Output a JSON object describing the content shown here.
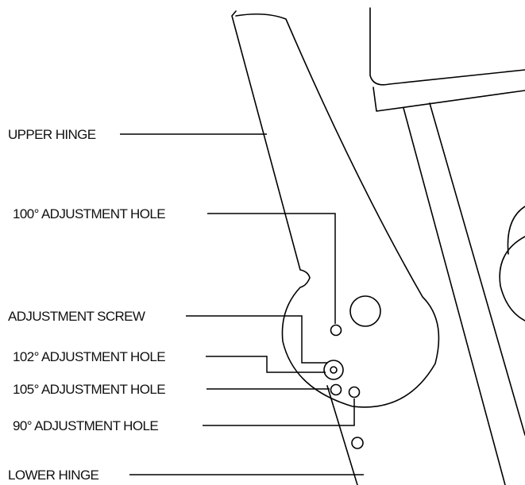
{
  "labels": {
    "upper_hinge": "UPPER HINGE",
    "hole_100": "100° ADJUSTMENT HOLE",
    "adjustment_screw": "ADJUSTMENT SCREW",
    "hole_102": "102° ADJUSTMENT HOLE",
    "hole_105": "105° ADJUSTMENT HOLE",
    "hole_90": "90° ADJUSTMENT HOLE",
    "lower_hinge": "LOWER HINGE"
  },
  "colors": {
    "line": "#000000",
    "text": "#111111",
    "background": "#ffffff"
  }
}
